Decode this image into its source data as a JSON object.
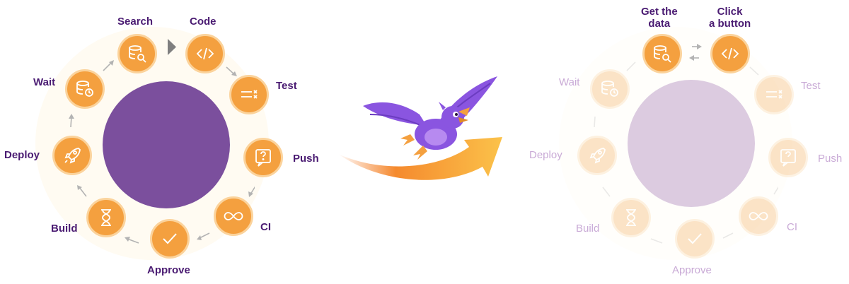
{
  "left_cycle": {
    "steps": [
      {
        "label": "Search",
        "icon": "database-search-icon"
      },
      {
        "label": "Code",
        "icon": "code-icon"
      },
      {
        "label": "Test",
        "icon": "test-list-icon"
      },
      {
        "label": "Push",
        "icon": "push-question-icon"
      },
      {
        "label": "CI",
        "icon": "infinity-icon"
      },
      {
        "label": "Approve",
        "icon": "checkmark-icon"
      },
      {
        "label": "Build",
        "icon": "hourglass-icon"
      },
      {
        "label": "Deploy",
        "icon": "rocket-icon"
      },
      {
        "label": "Wait",
        "icon": "database-clock-icon"
      }
    ]
  },
  "right_cycle": {
    "steps": [
      {
        "label": "Get the\ndata",
        "icon": "database-search-icon"
      },
      {
        "label": "Click\na button",
        "icon": "code-icon"
      },
      {
        "label": "Test",
        "icon": "test-list-icon"
      },
      {
        "label": "Push",
        "icon": "push-question-icon"
      },
      {
        "label": "CI",
        "icon": "infinity-icon"
      },
      {
        "label": "Approve",
        "icon": "checkmark-icon"
      },
      {
        "label": "Build",
        "icon": "hourglass-icon"
      },
      {
        "label": "Deploy",
        "icon": "rocket-icon"
      },
      {
        "label": "Wait",
        "icon": "database-clock-icon"
      }
    ]
  },
  "colors": {
    "node_orange": "#f4a03f",
    "center_purple": "#7b4f9d",
    "label_purple": "#4a1b72",
    "faded_label": "#c9aad6",
    "arrow_gray": "#b3b3b3",
    "bird_purple": "#8a55e0"
  },
  "middle": {
    "mascot": "flying-bird-mascot",
    "arrow": "orange-gradient-arrow"
  }
}
